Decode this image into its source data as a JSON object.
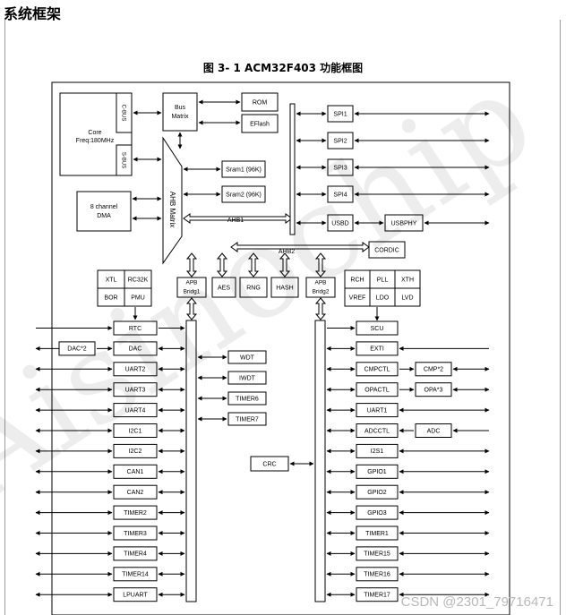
{
  "page": {
    "heading": "系统框架",
    "figure_title": "图  3- 1 ACM32F403 功能框图",
    "watermark": "Aisinochip",
    "footer_watermark": "CSDN @2301_79716471"
  },
  "diagram": {
    "core_label_1": "Core",
    "core_label_2": "Freq:180MHz",
    "cbus": "C-BUS",
    "sbus": "S-BUS",
    "dma_1": "8 channel",
    "dma_2": "DMA",
    "bus_matrix_1": "Bus",
    "bus_matrix_2": "Matrix",
    "rom": "ROM",
    "eflash": "EFlash",
    "ahb_matrix": "AHB Matrix",
    "sram1": "Sram1 (96K)",
    "sram2": "Sram2 (96K)",
    "ahb1": "AHB1",
    "ahb2": "AHB2",
    "spi": [
      "SPI1",
      "SPI2",
      "SPI3",
      "SPI4"
    ],
    "usbd": "USBD",
    "usbphy": "USBPHY",
    "cordic": "CORDIC",
    "apb_bridge1_1": "APB",
    "apb_bridge1_2": "Bridg1",
    "apb_bridge2_1": "APB",
    "apb_bridge2_2": "Bridg2",
    "aes": "AES",
    "rng": "RNG",
    "hash": "HASH",
    "clk_left": [
      "XTL",
      "RC32K",
      "BOR",
      "PMU"
    ],
    "clk_right": [
      "RCH",
      "PLL",
      "XTH",
      "VREF",
      "LDO",
      "LVD"
    ],
    "apb1_periph": [
      "RTC",
      "DAC",
      "UART2",
      "UART3",
      "UART4",
      "I2C1",
      "I2C2",
      "CAN1",
      "CAN2",
      "TIMER2",
      "TIMER3",
      "TIMER4",
      "TIMER14",
      "LPUART"
    ],
    "dac2": "DAC*2",
    "mid_periph": [
      "WDT",
      "IWDT",
      "TIMER6",
      "TIMER7"
    ],
    "crc": "CRC",
    "apb2_periph": [
      "SCU",
      "EXTI",
      "CMPCTL",
      "OPACTL",
      "UART1",
      "ADCCTL",
      "I2S1",
      "GPIO1",
      "GPIO2",
      "GPIO3",
      "TIMER1",
      "TIMER15",
      "TIMER16",
      "TIMER17"
    ],
    "cmp2": "CMP*2",
    "opa3": "OPA*3",
    "adc": "ADC"
  }
}
